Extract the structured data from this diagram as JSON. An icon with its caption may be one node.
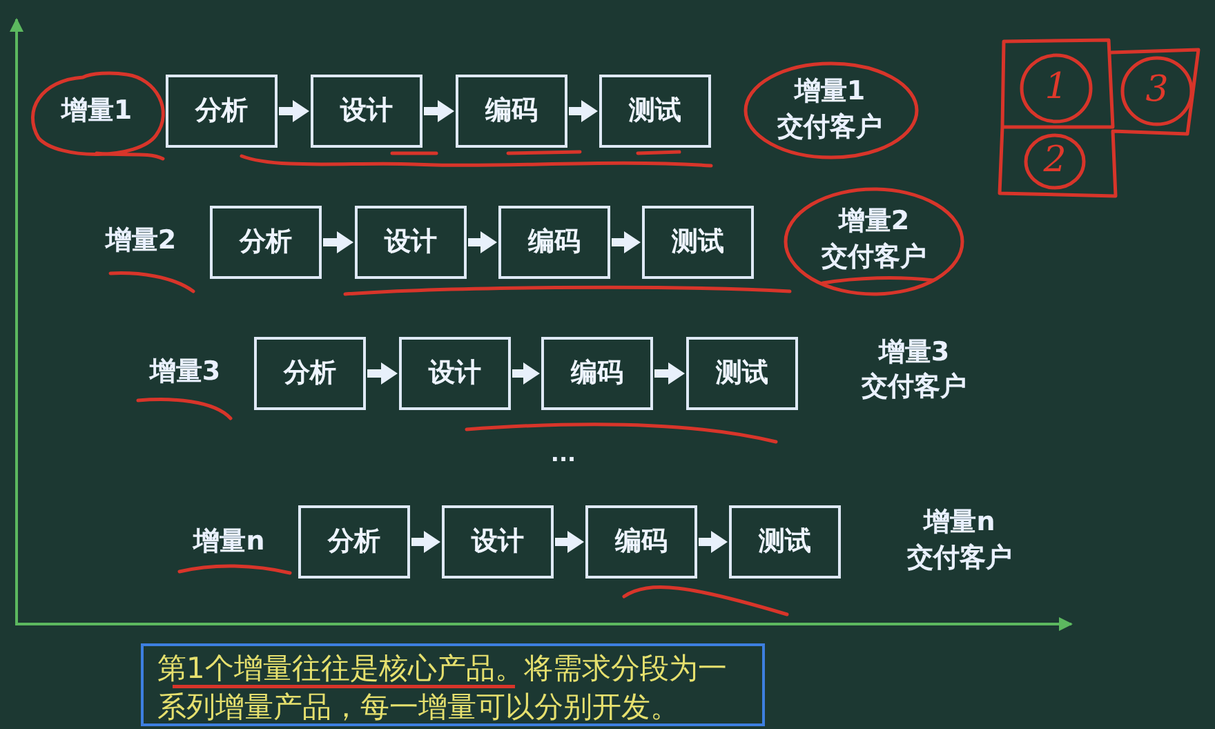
{
  "diagram": {
    "nodes": [
      {
        "text": [
          "分析"
        ]
      },
      {
        "text": [
          "设计"
        ]
      },
      {
        "text": [
          "编码"
        ]
      },
      {
        "text": [
          "测试"
        ]
      },
      {
        "text": [
          "分析"
        ]
      },
      {
        "text": [
          "设计"
        ]
      },
      {
        "text": [
          "编码"
        ]
      },
      {
        "text": [
          "测试"
        ]
      },
      {
        "text": [
          "分析"
        ]
      },
      {
        "text": [
          "设计"
        ]
      },
      {
        "text": [
          "编码"
        ]
      },
      {
        "text": [
          "测试"
        ]
      },
      {
        "text": [
          "分析"
        ]
      },
      {
        "text": [
          "设计"
        ]
      },
      {
        "text": [
          "编码"
        ]
      },
      {
        "text": [
          "测试"
        ]
      },
      {
        "text": [
          "第1个增量往往是核心产品。将需求分段为一系列增量产品，每一增量可以分别开发。"
        ]
      }
    ],
    "edges": [
      {
        "from": 0,
        "to": 1,
        "arrow": "to"
      },
      {
        "from": 1,
        "to": 2,
        "arrow": "to"
      },
      {
        "from": 2,
        "to": 3,
        "arrow": "to"
      },
      {
        "from": 4,
        "to": 5,
        "arrow": "to"
      },
      {
        "from": 5,
        "to": 6,
        "arrow": "to"
      },
      {
        "from": 6,
        "to": 7,
        "arrow": "to"
      },
      {
        "from": 8,
        "to": 9,
        "arrow": "to"
      },
      {
        "from": 9,
        "to": 10,
        "arrow": "to"
      },
      {
        "from": 10,
        "to": 11,
        "arrow": "to"
      },
      {
        "from": 12,
        "to": 13,
        "arrow": "to"
      },
      {
        "from": 13,
        "to": 14,
        "arrow": "to"
      },
      {
        "from": 14,
        "to": 15,
        "arrow": "to"
      }
    ],
    "labels": [
      "增量1",
      "增量1",
      "交付客户",
      "1",
      "3",
      "2",
      "增量2",
      "增量2",
      "交付客户",
      "增量3",
      "增量3",
      "交付客户",
      "...",
      "增量n",
      "增量n",
      "交付客户"
    ]
  }
}
